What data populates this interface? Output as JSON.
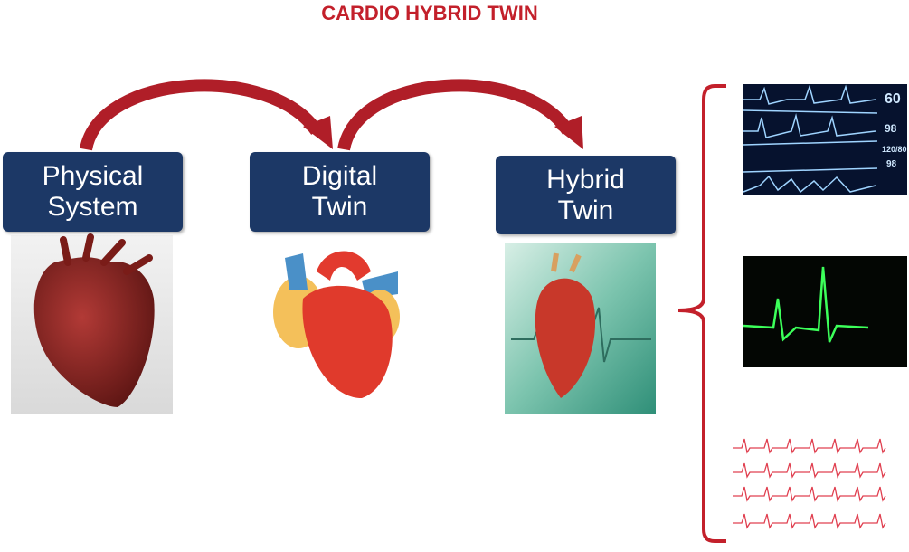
{
  "title": "CARDIO HYBRID TWIN",
  "stages": [
    {
      "line1": "Physical",
      "line2": "System",
      "image": "anatomical-heart-photo"
    },
    {
      "line1": "Digital",
      "line2": "Twin",
      "image": "cartoon-heart-illustration"
    },
    {
      "line1": "Hybrid",
      "line2": "Twin",
      "image": "heart-with-ecg-green"
    }
  ],
  "outputs": [
    {
      "image": "patient-monitor-screen",
      "readouts": [
        "60",
        "98",
        "120/80",
        "98"
      ]
    },
    {
      "image": "green-ecg-trace"
    },
    {
      "image": "red-ecg-strips"
    }
  ],
  "colors": {
    "title": "#c3202b",
    "box": "#1c3866",
    "arrow": "#b01e28",
    "bracket": "#c3202b"
  }
}
